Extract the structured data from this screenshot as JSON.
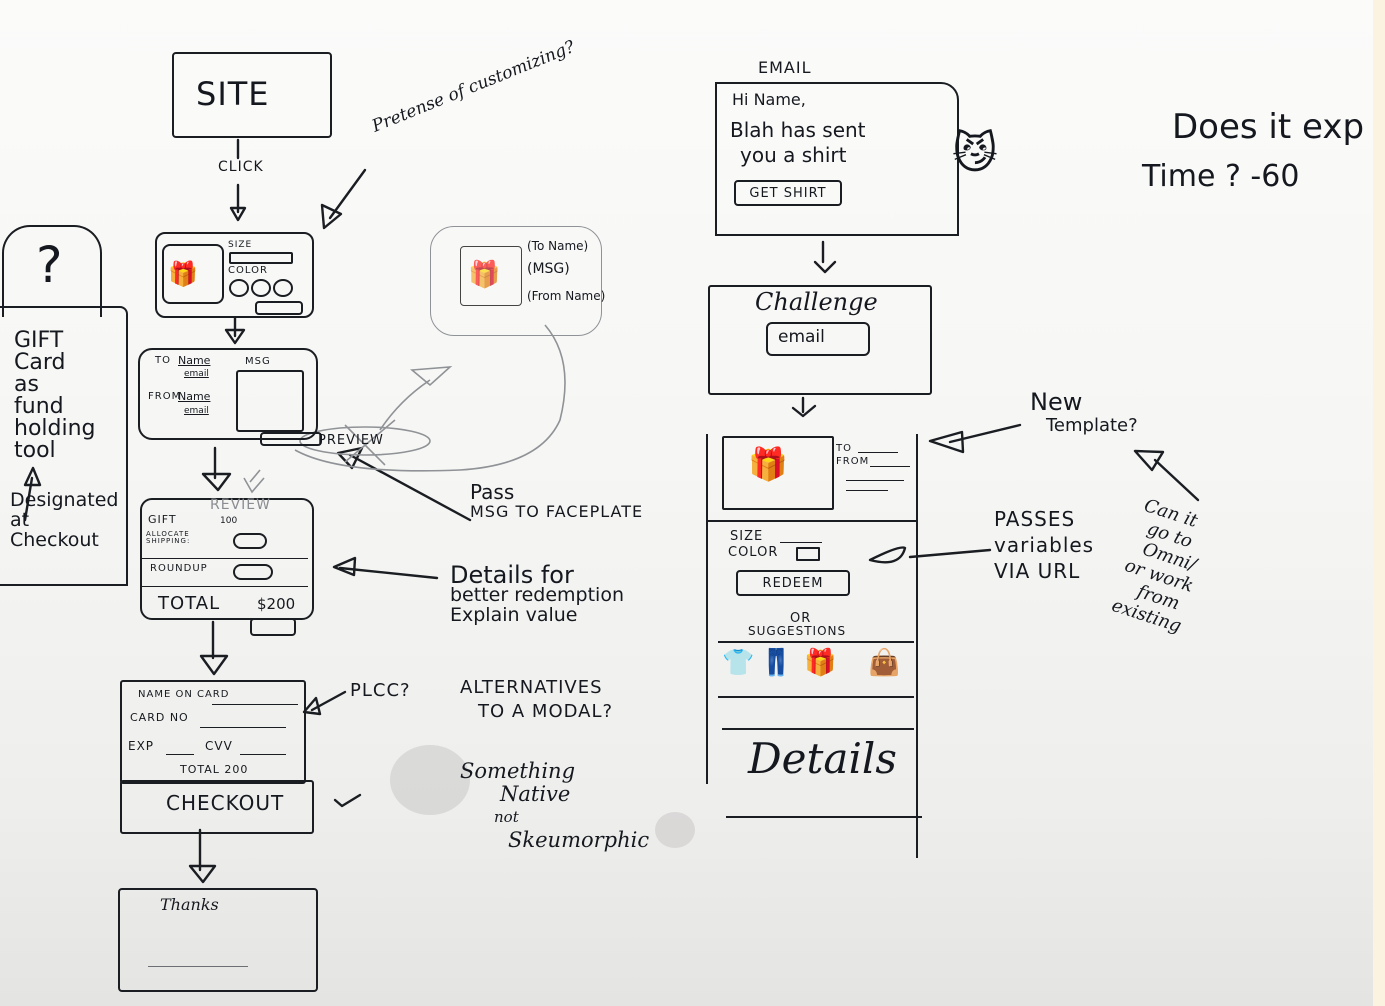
{
  "board": {
    "background": "#f6f6f4",
    "ink_color": "#15191f"
  },
  "site_flow": {
    "site_box": "SITE",
    "click_label": "CLICK",
    "customizing_note": "Pretense of customizing?",
    "product_page": {
      "size_label": "SIZE",
      "color_label": "COLOR",
      "image_icon": "gift-card-image-icon"
    },
    "message_page": {
      "to_label": "TO",
      "to_name": "Name",
      "to_email": "email",
      "from_label": "FROM",
      "from_name": "Name",
      "from_email": "email",
      "msg_label": "MSG",
      "preview_button": "PREVIEW"
    },
    "preview_card": {
      "to_name": "(To Name)",
      "msg": "(MSG)",
      "from_name": "(From Name)"
    },
    "review_page": {
      "title": "REVIEW",
      "gift_label": "GIFT",
      "gift_value": "100",
      "shipping_label": "ALLOCATE SHIPPING:",
      "roundup_label": "ROUNDUP",
      "total_label": "TOTAL",
      "total_value": "$200"
    },
    "payment_page": {
      "name_on_card": "NAME ON CARD",
      "card_no": "CARD NO",
      "exp": "EXP",
      "cvv": "CVV",
      "total": "TOTAL 200",
      "checkout_button": "CHECKOUT",
      "check_mark": "✓"
    },
    "thanks_page": {
      "title": "Thanks"
    }
  },
  "gift_card_note": {
    "question_mark": "?",
    "text": [
      "GIFT",
      "Card",
      "as",
      "fund",
      "holding",
      "tool"
    ],
    "designated": [
      "Designated",
      "at",
      "Checkout"
    ]
  },
  "annotations": {
    "pass_msg": [
      "Pass",
      "MSG TO FACEPLATE"
    ],
    "details_for": [
      "Details for",
      "better redemption",
      "Explain value"
    ],
    "plcc": "PLCC?",
    "alternatives": [
      "ALTERNATIVES",
      "TO A modal?"
    ],
    "something_native": [
      "Something",
      "Native",
      "not",
      "Skeumorphic"
    ]
  },
  "email_flow": {
    "email_label": "EMAIL",
    "email_box": {
      "greeting": "Hi Name,",
      "body_line1": "Blah has sent",
      "body_line2": "you a shirt",
      "button": "GET SHIRT",
      "mascot_icon": "cartoon-cat-icon"
    },
    "challenge_box": {
      "title": "Challenge",
      "input": "email"
    },
    "redeem_page": {
      "to_label": "TO",
      "from_label": "FROM",
      "size_label": "SIZE",
      "color_label": "COLOR",
      "redeem_button": "REDEEM",
      "or_label": "OR",
      "suggestions_label": "SUGGESTIONS",
      "suggestion_icons": [
        "tshirt-icon",
        "pants-icon",
        "gift-box-icon",
        "bag-icon"
      ],
      "details_label": "Details"
    }
  },
  "email_annotations": {
    "new_template": [
      "New",
      "Template?"
    ],
    "passes_variables": [
      "PASSES",
      "variables",
      "via URL"
    ],
    "can_it_go": [
      "Can it",
      "go to",
      "Omni/",
      "or work",
      "from",
      "existing"
    ],
    "does_it_expire": [
      "Does it exp",
      "Time ? -60"
    ]
  }
}
